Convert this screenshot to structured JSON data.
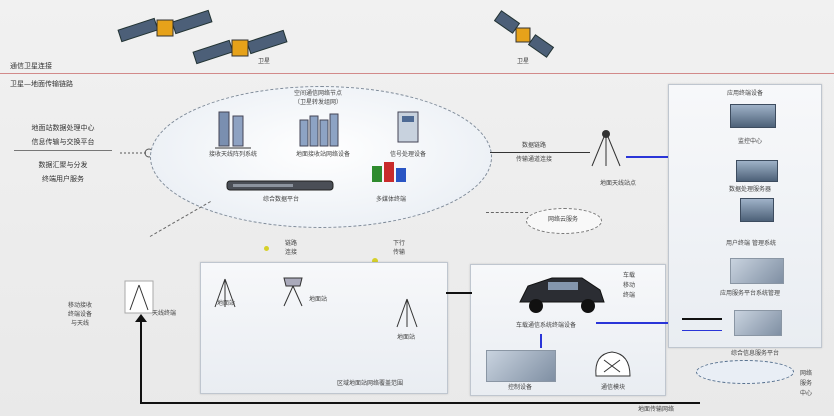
{
  "top_left": {
    "line1": "通信卫星连接",
    "line2": "卫星—地面传输链路"
  },
  "left_panel": {
    "top": "地面站数据处理中心",
    "mid": "信息传输与交换平台",
    "low1": "数据汇聚与分发",
    "low2": "终端用户服务"
  },
  "satellites": {
    "sat2_label": "卫星",
    "sat3_label": "卫星"
  },
  "ellipse": {
    "title1": "空间通信网络节点",
    "title2": "（卫星转发组网）",
    "node1": "接收天线阵列系统",
    "node2": "地面接收站网络设备",
    "node3": "信号处理设备",
    "node4": "综合数据平台",
    "node5": "多媒体终端"
  },
  "middle_link": {
    "label1": "数据链路",
    "label2": "传输通道连接"
  },
  "antenna_right": {
    "label": "地面天线站点"
  },
  "small_cloud": {
    "label": "网络云服务"
  },
  "right_panel": {
    "item1": "应用终端设备",
    "item2": "监控中心",
    "item3": "数据处理服务器",
    "item4": "用户终端 管理系统",
    "item5": "应用服务平台系统管理",
    "item6": "综合信息服务平台"
  },
  "bottom_left_box": {
    "label1": "地面站",
    "label2": "地面站",
    "label3": "地面站",
    "footer": "区域地面站网络覆盖范围"
  },
  "bottom_right_box": {
    "car_label1": "车载",
    "car_label2": "移动",
    "car_label3": "终端",
    "mid_label": "车载通信系统终端设备",
    "bottom_label1": "控制设备",
    "bottom_label2": "通信模块"
  },
  "dashed_labels": {
    "l1": "链路",
    "l2": "连接",
    "l3": "下行",
    "l4": "传输"
  },
  "far_left": {
    "lines": [
      "移动接收",
      "终端设备",
      "与天线"
    ],
    "ant_label": "天线终端"
  },
  "bottom_caption": "地面传输网络",
  "bottom_right_text": {
    "lines": [
      "网络",
      "服务",
      "中心"
    ]
  }
}
